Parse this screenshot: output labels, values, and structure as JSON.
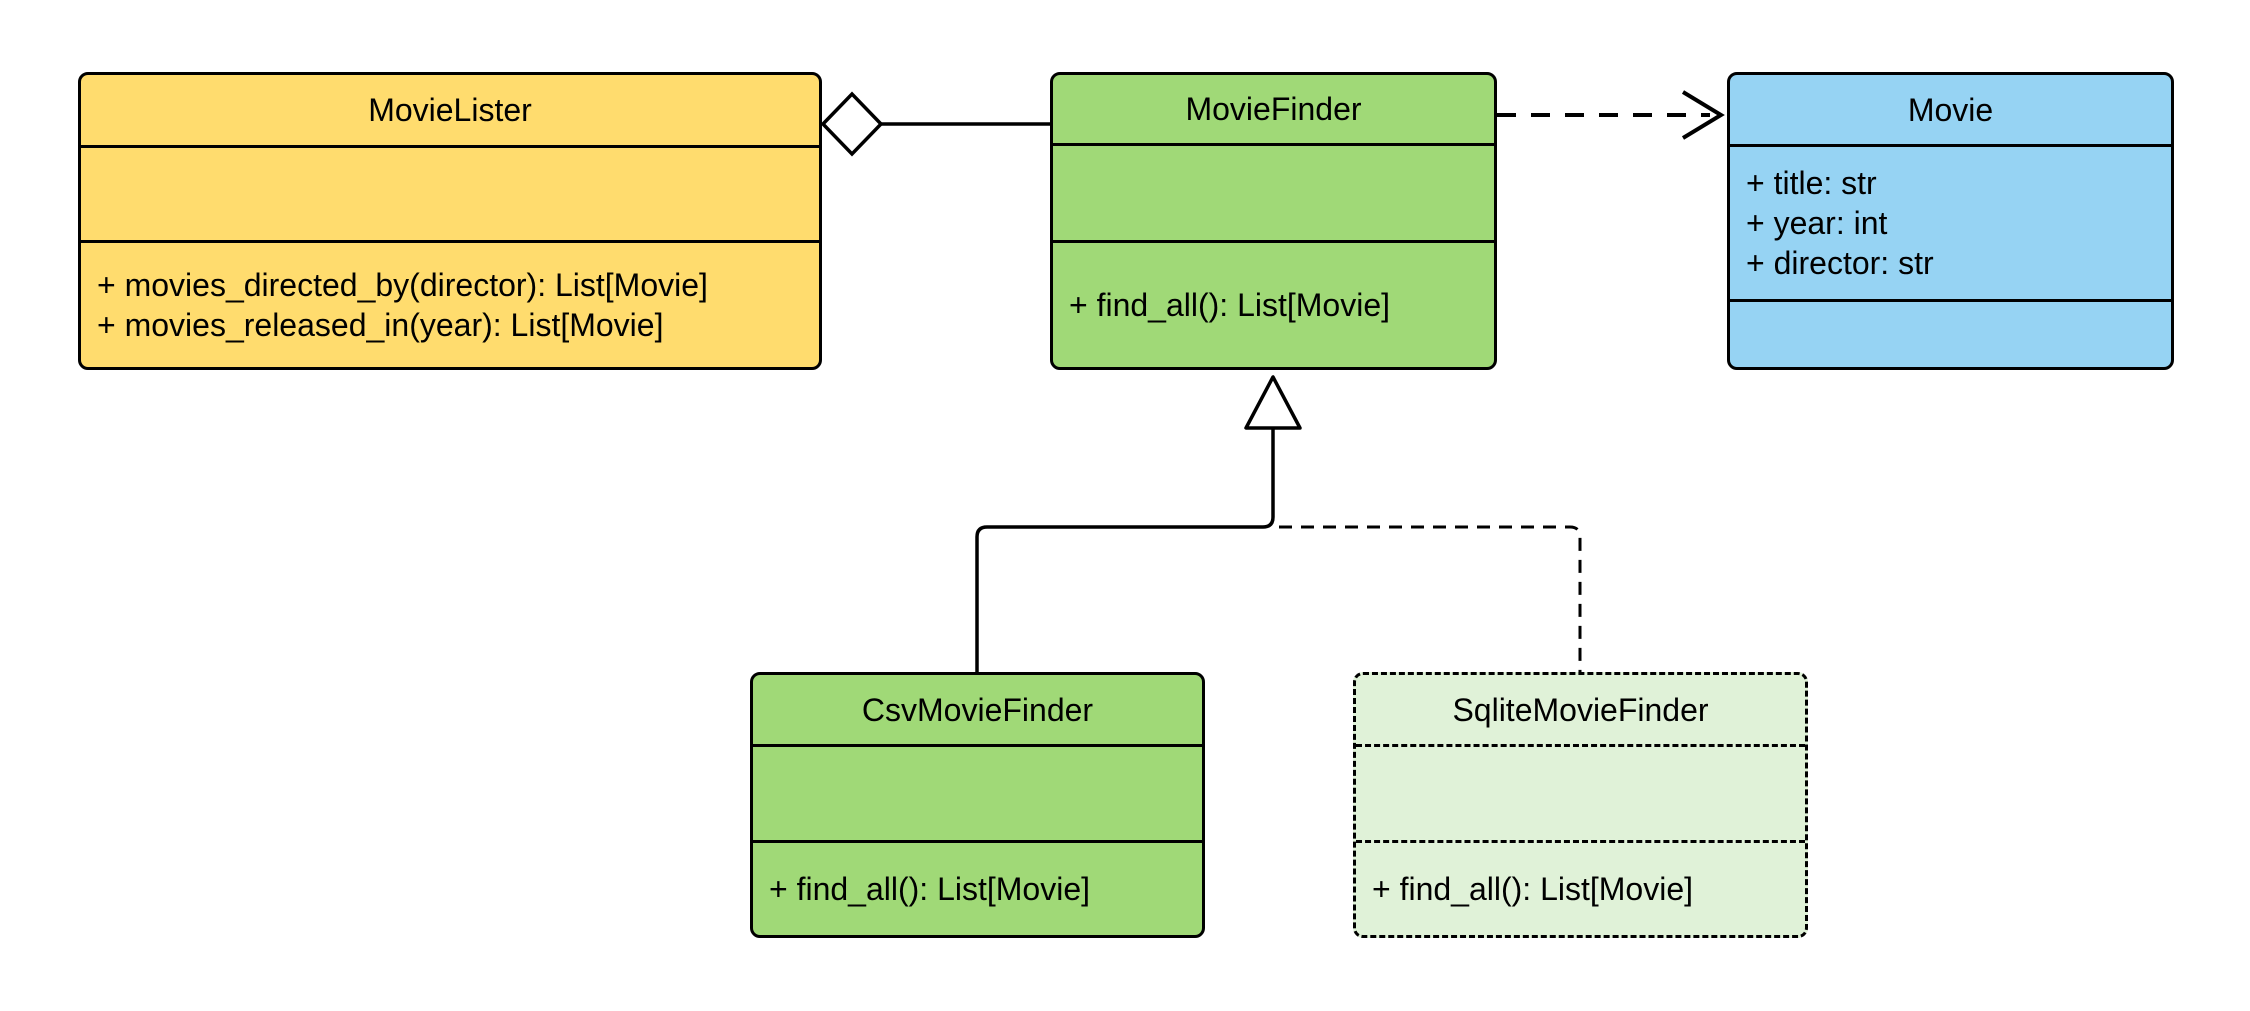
{
  "diagram": {
    "kind": "uml-class-diagram",
    "background": "#FFFFFF",
    "classes": [
      {
        "name": "MovieLister",
        "attributes": [],
        "methods": [
          "+ movies_directed_by(director): List[Movie]",
          "+ movies_released_in(year): List[Movie]"
        ],
        "fill": "#FFDC6E",
        "border": "solid"
      },
      {
        "name": "MovieFinder",
        "attributes": [],
        "methods": [
          "+ find_all(): List[Movie]"
        ],
        "fill": "#A0D977",
        "border": "solid"
      },
      {
        "name": "Movie",
        "attributes": [
          "+ title: str",
          "+ year: int",
          "+ director: str"
        ],
        "methods": [],
        "fill": "#96D3F3",
        "border": "solid"
      },
      {
        "name": "CsvMovieFinder",
        "attributes": [],
        "methods": [
          "+ find_all(): List[Movie]"
        ],
        "fill": "#A0D977",
        "border": "solid"
      },
      {
        "name": "SqliteMovieFinder",
        "attributes": [],
        "methods": [
          "+ find_all(): List[Movie]"
        ],
        "fill": "#E0F2D8",
        "border": "dashed"
      }
    ],
    "relationships": [
      {
        "type": "aggregation",
        "source": "MovieLister",
        "target": "MovieFinder",
        "line": "solid",
        "marker": "hollow-diamond-at-source"
      },
      {
        "type": "dependency",
        "source": "MovieFinder",
        "target": "Movie",
        "line": "dashed",
        "marker": "open-arrow-at-target"
      },
      {
        "type": "generalization",
        "source": "CsvMovieFinder",
        "target": "MovieFinder",
        "line": "solid",
        "marker": "hollow-triangle-at-target"
      },
      {
        "type": "generalization",
        "source": "SqliteMovieFinder",
        "target": "MovieFinder",
        "line": "dashed",
        "marker": "hollow-triangle-at-target"
      }
    ],
    "colors": {
      "stroke": "#000000",
      "movielister_fill": "#FFDC6E",
      "moviefinder_fill": "#A0D977",
      "movie_fill": "#96D3F3",
      "sqlitemoviefinder_fill": "#E0F2D8",
      "background": "#FFFFFF"
    }
  }
}
